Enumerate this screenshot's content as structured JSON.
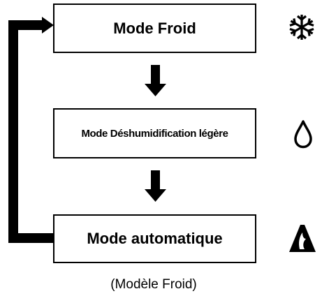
{
  "flow": {
    "steps": [
      {
        "label": "Mode Froid",
        "icon": "snowflake-icon"
      },
      {
        "label": "Mode Déshumidification légère",
        "icon": "water-drop-icon"
      },
      {
        "label": "Mode automatique",
        "icon": "auto-mode-icon"
      }
    ],
    "caption": "(Modèle Froid)"
  },
  "colors": {
    "line": "#000000",
    "background": "#ffffff"
  }
}
